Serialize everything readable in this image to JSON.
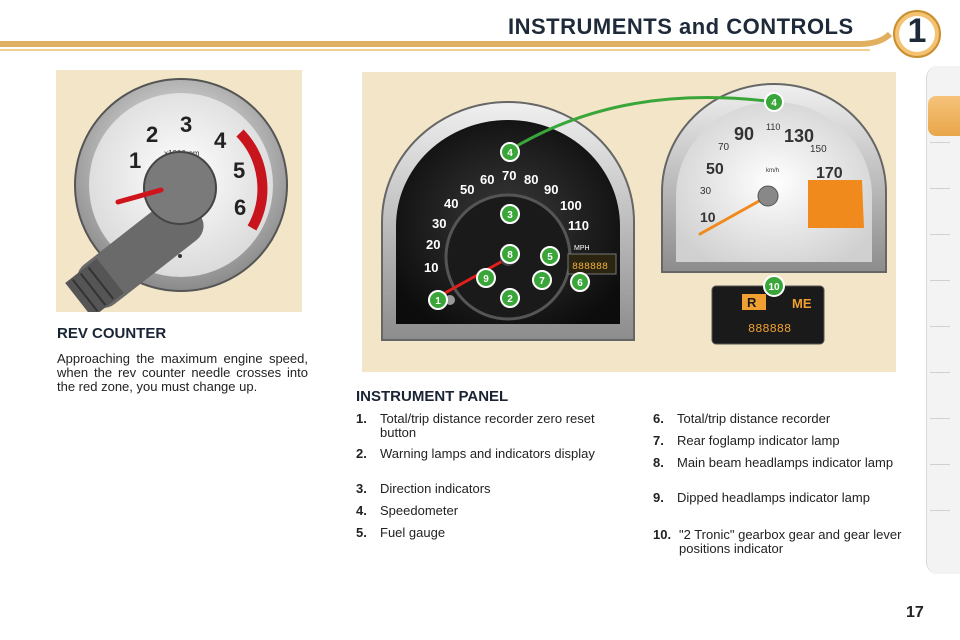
{
  "header": {
    "title": "INSTRUMENTS and CONTROLS",
    "chapter": "1"
  },
  "rev_counter": {
    "title": "REV COUNTER",
    "text": "Approaching the maximum engine speed, when the rev counter needle crosses into the red zone, you must change up.",
    "dial_numbers": [
      "1",
      "2",
      "3",
      "4",
      "5",
      "6"
    ],
    "dial_unit": "x1000rpm"
  },
  "instrument_panel": {
    "title": "INSTRUMENT PANEL",
    "left_items": [
      {
        "num": "1.",
        "text": "Total/trip distance recorder zero reset button"
      },
      {
        "num": "2.",
        "text": "Warning lamps and indicators display"
      },
      {
        "num": "3.",
        "text": "Direction indicators"
      },
      {
        "num": "4.",
        "text": "Speedometer"
      },
      {
        "num": "5.",
        "text": "Fuel gauge"
      }
    ],
    "right_items": [
      {
        "num": "6.",
        "text": "Total/trip distance recorder"
      },
      {
        "num": "7.",
        "text": "Rear foglamp indicator lamp"
      },
      {
        "num": "8.",
        "text": "Main beam headlamps indicator lamp"
      },
      {
        "num": "9.",
        "text": "Dipped headlamps indicator lamp"
      },
      {
        "num": "10.",
        "text": "\"2 Tronic\" gearbox gear and gear lever positions indicator"
      }
    ],
    "callouts": [
      "1",
      "2",
      "3",
      "4",
      "5",
      "6",
      "7",
      "8",
      "9",
      "10"
    ],
    "speedo_left_numbers": [
      "10",
      "20",
      "30",
      "40",
      "50",
      "60",
      "70",
      "80",
      "90",
      "100",
      "110"
    ],
    "speedo_right_numbers": [
      "10",
      "30",
      "50",
      "70",
      "90",
      "110",
      "130",
      "150",
      "170"
    ],
    "speedo_unit": "km/h",
    "speedo_unit_mph": "MPH",
    "lcd_gear": "R",
    "lcd_mode": "ME",
    "lcd_odo": "888888"
  },
  "page_number": "17"
}
